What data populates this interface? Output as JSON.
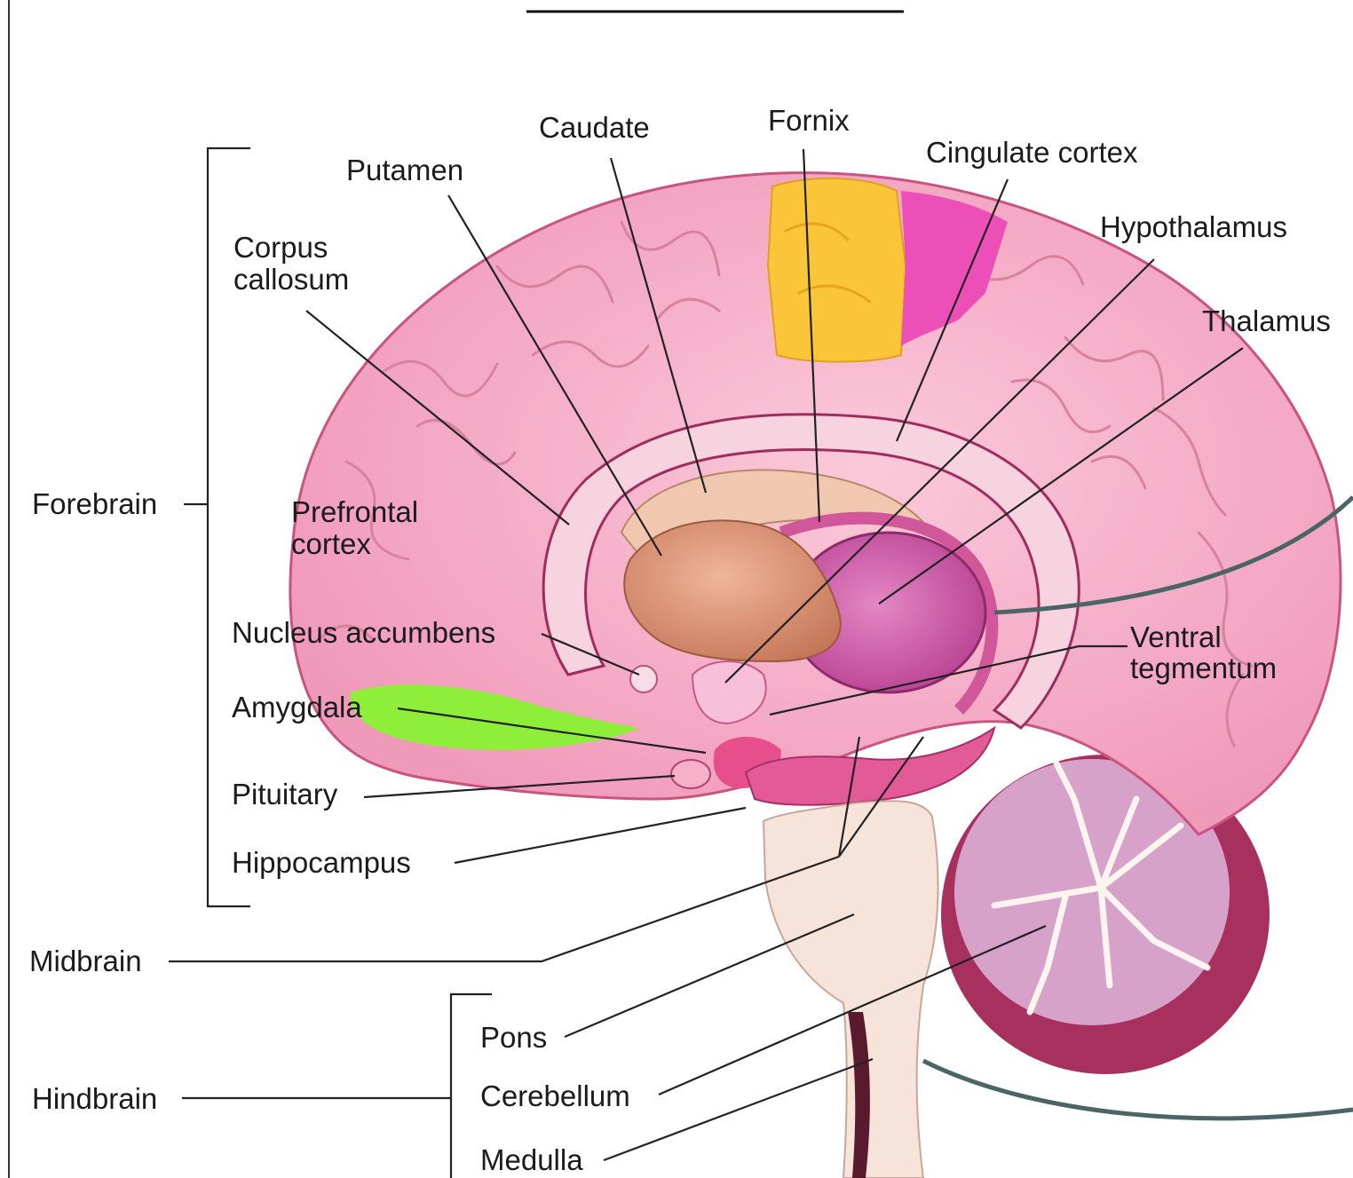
{
  "labels": {
    "caudate": "Caudate",
    "fornix": "Fornix",
    "cingulate_cortex": "Cingulate cortex",
    "putamen": "Putamen",
    "hypothalamus": "Hypothalamus",
    "corpus_callosum_line1": "Corpus",
    "corpus_callosum_line2": "callosum",
    "thalamus": "Thalamus",
    "forebrain": "Forebrain",
    "prefrontal_line1": "Prefrontal",
    "prefrontal_line2": "cortex",
    "nucleus_accumbens": "Nucleus accumbens",
    "ventral_line1": "Ventral",
    "ventral_line2": "tegmentum",
    "amygdala": "Amygdala",
    "pituitary": "Pituitary",
    "hippocampus": "Hippocampus",
    "midbrain": "Midbrain",
    "pons": "Pons",
    "hindbrain": "Hindbrain",
    "cerebellum": "Cerebellum",
    "medulla": "Medulla"
  },
  "colors": {
    "cortex": "#f4a9c4",
    "cingulate_highlight": "#ec4fb8",
    "motor_highlight": "#fbc53a",
    "orbitofrontal_highlight": "#8fee3a",
    "basal_ganglia": "#d99a7a",
    "thalamus": "#cf5fa6",
    "cerebellum": "#b0386b",
    "brainstem": "#f6e3da"
  }
}
